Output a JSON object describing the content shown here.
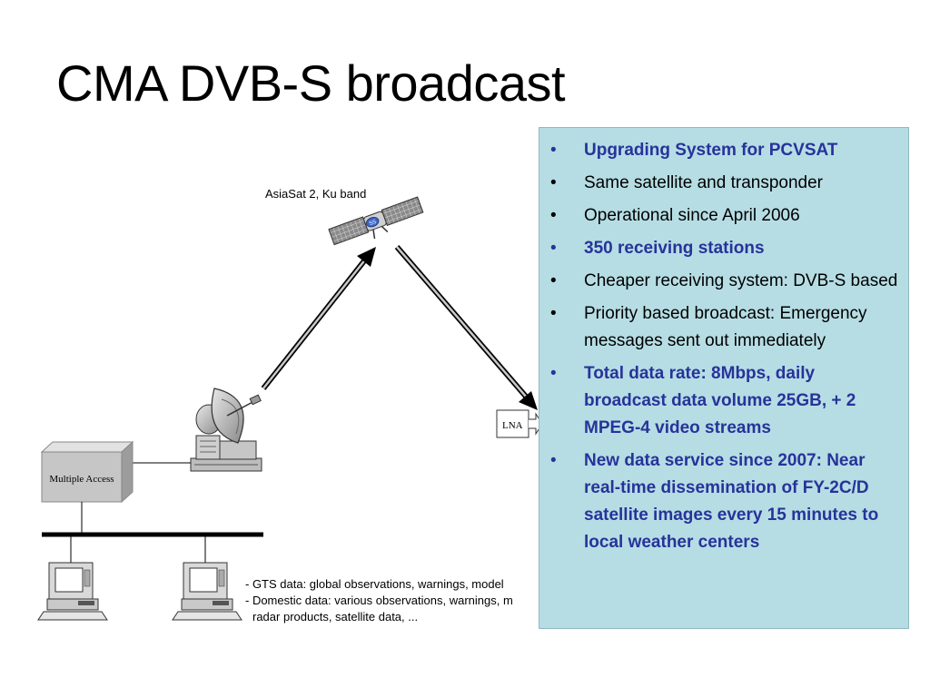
{
  "slide": {
    "title": "CMA DVB-S broadcast"
  },
  "diagram": {
    "satellite_label": "AsiaSat 2, Ku band",
    "satellite_badge": "SS",
    "multiple_access_label": "Multiple Access",
    "lna_label": "LNA",
    "data_notes": [
      "- GTS data: global observations, warnings, model",
      "- Domestic data: various observations, warnings, m",
      "radar products, satellite data, ..."
    ]
  },
  "bullets": [
    {
      "text": "Upgrading System for PCVSAT",
      "highlight": true
    },
    {
      "text": "Same satellite and transponder",
      "highlight": false
    },
    {
      "text": "Operational since April 2006",
      "highlight": false
    },
    {
      "text": "350 receiving stations",
      "highlight": true
    },
    {
      "text": "Cheaper receiving system: DVB-S based",
      "highlight": false
    },
    {
      "text": "Priority based broadcast: Emergency messages sent out immediately",
      "highlight": false
    },
    {
      "text": "Total data rate: 8Mbps, daily broadcast data volume 25GB, + 2 MPEG-4 video streams",
      "highlight": true
    },
    {
      "text": "New data service since 2007: Near real-time dissemination of FY-2C/D satellite images every 15 minutes to local weather centers",
      "highlight": true
    }
  ],
  "colors": {
    "panel_background": "#b6dde4",
    "highlight_text": "#27339a"
  }
}
